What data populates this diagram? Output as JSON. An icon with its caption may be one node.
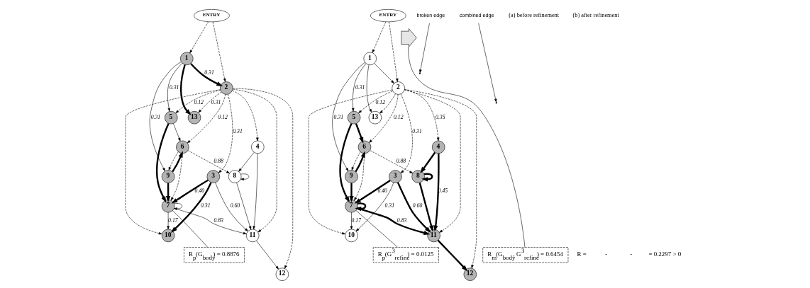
{
  "diagram": {
    "nodes": [
      {
        "text": [
          "ENTRY"
        ]
      },
      {
        "text": [
          "1"
        ]
      },
      {
        "text": [
          "2"
        ]
      },
      {
        "text": [
          "3"
        ]
      },
      {
        "text": [
          "4"
        ]
      },
      {
        "text": [
          "5"
        ]
      },
      {
        "text": [
          "6"
        ]
      },
      {
        "text": [
          "7"
        ]
      },
      {
        "text": [
          "8"
        ]
      },
      {
        "text": [
          "9"
        ]
      },
      {
        "text": [
          "10"
        ]
      },
      {
        "text": [
          "11"
        ]
      },
      {
        "text": [
          "12"
        ]
      },
      {
        "text": [
          "13"
        ]
      },
      {
        "text": [
          "ENTRY"
        ]
      },
      {
        "text": [
          "1"
        ]
      },
      {
        "text": [
          "2"
        ]
      },
      {
        "text": [
          "3"
        ]
      },
      {
        "text": [
          "4"
        ]
      },
      {
        "text": [
          "5"
        ]
      },
      {
        "text": [
          "6"
        ]
      },
      {
        "text": [
          "7"
        ]
      },
      {
        "text": [
          "8"
        ]
      },
      {
        "text": [
          "9"
        ]
      },
      {
        "text": [
          "10"
        ]
      },
      {
        "text": [
          "11"
        ]
      },
      {
        "text": [
          "12"
        ]
      },
      {
        "text": [
          "13"
        ]
      },
      {
        "text": [],
        "shape": "arrow"
      },
      {
        "text": [
          "broken edge"
        ]
      },
      {
        "text": [
          "combined edge"
        ]
      },
      {
        "text": [
          "R$_{p}$(G$_{body}$) = 0.8876"
        ]
      },
      {
        "text": [
          "R$_{m}$(G$_{body}$, G$^{3}$$_{refine}$) = 0.6454"
        ]
      },
      {
        "text": [
          "R$_{p}$(G$^{3}$$_{refine}$) = 0.0125"
        ]
      }
    ],
    "edges": [
      {
        "from": 0,
        "to": 1,
        "arrow": "to",
        "style": "dashed"
      },
      {
        "from": 0,
        "to": 2,
        "arrow": "to",
        "style": "dashed"
      },
      {
        "from": 1,
        "to": 2,
        "arrow": "to",
        "label": "0.31",
        "style": "thick"
      },
      {
        "from": 1,
        "to": 13,
        "arrow": "to",
        "style": "thick"
      },
      {
        "from": 1,
        "to": 5,
        "arrow": "to",
        "label": "0.31"
      },
      {
        "from": 1,
        "to": 9,
        "arrow": "to",
        "label": "0.31"
      },
      {
        "from": 2,
        "to": 4,
        "arrow": "to",
        "style": "dashed"
      },
      {
        "from": 2,
        "to": 12,
        "arrow": "to",
        "style": "dashed"
      },
      {
        "from": 2,
        "to": 11,
        "arrow": "to",
        "style": "dashed"
      },
      {
        "from": 2,
        "to": 3,
        "arrow": "to",
        "label": "0.31",
        "style": "dashed"
      },
      {
        "from": 2,
        "to": 10,
        "arrow": "to",
        "style": "dashed"
      },
      {
        "from": 2,
        "to": 13,
        "arrow": "to",
        "label": "0.31",
        "style": "dashed"
      },
      {
        "from": 2,
        "to": 6,
        "arrow": "to",
        "label": "0.12",
        "style": "dashed"
      },
      {
        "from": 2,
        "to": 5,
        "arrow": "to",
        "label": "0.12",
        "style": "dashed"
      },
      {
        "from": 4,
        "to": 11,
        "arrow": "to"
      },
      {
        "from": 4,
        "to": 8,
        "arrow": "to"
      },
      {
        "from": 11,
        "to": 12,
        "arrow": "to"
      },
      {
        "from": 3,
        "to": 11,
        "arrow": "to",
        "label": "0.60"
      },
      {
        "from": 3,
        "to": 10,
        "arrow": "to",
        "label": "0.31",
        "style": "thick"
      },
      {
        "from": 3,
        "to": 7,
        "arrow": "to",
        "label": "0.40",
        "style": "thick"
      },
      {
        "from": 8,
        "to": 11,
        "arrow": "to"
      },
      {
        "from": 7,
        "to": 11,
        "arrow": "to",
        "label": "0.83"
      },
      {
        "from": 6,
        "to": 8,
        "arrow": "to",
        "label": "0.88",
        "style": "dashed"
      },
      {
        "from": 7,
        "to": 10,
        "arrow": "to",
        "label": "0.17"
      },
      {
        "from": 6,
        "to": 7,
        "arrow": "to",
        "style": "dashed"
      },
      {
        "from": 6,
        "to": 9,
        "arrow": "to",
        "style": "dashed"
      },
      {
        "from": 9,
        "to": 6,
        "arrow": "to",
        "style": "thick"
      },
      {
        "from": 5,
        "to": 6,
        "arrow": "to"
      },
      {
        "from": 5,
        "to": 7,
        "arrow": "to",
        "style": "thick"
      },
      {
        "from": 9,
        "to": 7,
        "arrow": "to",
        "style": "thick"
      },
      {
        "from": 8,
        "to": 8,
        "arrow": "to"
      },
      {
        "from": 7,
        "to": 7,
        "arrow": "to"
      },
      {
        "from": 14,
        "to": 15,
        "arrow": "to",
        "style": "dashed"
      },
      {
        "from": 14,
        "to": 16,
        "arrow": "to",
        "style": "dashed"
      },
      {
        "from": 15,
        "to": 16,
        "arrow": "to"
      },
      {
        "from": 15,
        "to": 27,
        "arrow": "to"
      },
      {
        "from": 15,
        "to": 19,
        "arrow": "to",
        "label": "0.31"
      },
      {
        "from": 15,
        "to": 23,
        "arrow": "to",
        "label": "0.31"
      },
      {
        "from": 16,
        "to": 18,
        "arrow": "to",
        "label": "0.35",
        "style": "dashed"
      },
      {
        "from": 16,
        "to": 26,
        "arrow": "to",
        "style": "dashed"
      },
      {
        "from": 16,
        "to": 25,
        "arrow": "to",
        "style": "dashed"
      },
      {
        "from": 16,
        "to": 17,
        "arrow": "to",
        "label": "0.31",
        "style": "dashed"
      },
      {
        "from": 16,
        "to": 24,
        "arrow": "to",
        "style": "dashed"
      },
      {
        "from": 16,
        "to": 27,
        "arrow": "to",
        "style": "dashed"
      },
      {
        "from": 16,
        "to": 20,
        "arrow": "to",
        "label": "0.12",
        "style": "dashed"
      },
      {
        "from": 16,
        "to": 19,
        "arrow": "to",
        "label": "0.12",
        "style": "dashed"
      },
      {
        "from": 18,
        "to": 25,
        "arrow": "to",
        "label": "0.45",
        "style": "thick"
      },
      {
        "from": 18,
        "to": 22,
        "arrow": "to",
        "style": "thick"
      },
      {
        "from": 25,
        "to": 26,
        "arrow": "to",
        "style": "thick"
      },
      {
        "from": 17,
        "to": 25,
        "arrow": "to",
        "label": "0.60",
        "style": "thick"
      },
      {
        "from": 17,
        "to": 24,
        "arrow": "to",
        "label": "0.31"
      },
      {
        "from": 17,
        "to": 21,
        "arrow": "to",
        "label": "0.40",
        "style": "thick"
      },
      {
        "from": 22,
        "to": 25,
        "arrow": "to",
        "style": "thick"
      },
      {
        "from": 21,
        "to": 25,
        "arrow": "to",
        "label": "0.83",
        "style": "thick"
      },
      {
        "from": 20,
        "to": 22,
        "arrow": "to",
        "label": "0.88",
        "style": "dashed"
      },
      {
        "from": 21,
        "to": 24,
        "arrow": "to",
        "label": "0.17"
      },
      {
        "from": 20,
        "to": 21,
        "arrow": "to",
        "style": "dashed"
      },
      {
        "from": 20,
        "to": 23,
        "arrow": "to",
        "style": "dashed"
      },
      {
        "from": 23,
        "to": 20,
        "arrow": "to",
        "style": "thick"
      },
      {
        "from": 19,
        "to": 20,
        "arrow": "to",
        "style": "thick"
      },
      {
        "from": 19,
        "to": 21,
        "arrow": "to",
        "style": "thick"
      },
      {
        "from": 23,
        "to": 21,
        "arrow": "to",
        "style": "thick"
      },
      {
        "from": 22,
        "to": 22,
        "arrow": "to",
        "style": "thick"
      },
      {
        "from": 21,
        "to": 21,
        "arrow": "to",
        "style": "thick"
      },
      {
        "from": 29,
        "to": null,
        "arrow": "to"
      },
      {
        "from": 30,
        "to": null,
        "arrow": "to"
      },
      {
        "from": 31,
        "to": 7,
        "arrow": "none"
      },
      {
        "from": 32,
        "to": 28,
        "arrow": "none"
      },
      {
        "from": 33,
        "to": 21,
        "arrow": "none"
      }
    ],
    "labels": [
      "(a) before refinement",
      "(b) after refinement",
      "R =",
      "-",
      "-",
      "= 0.2297 > 0"
    ]
  }
}
